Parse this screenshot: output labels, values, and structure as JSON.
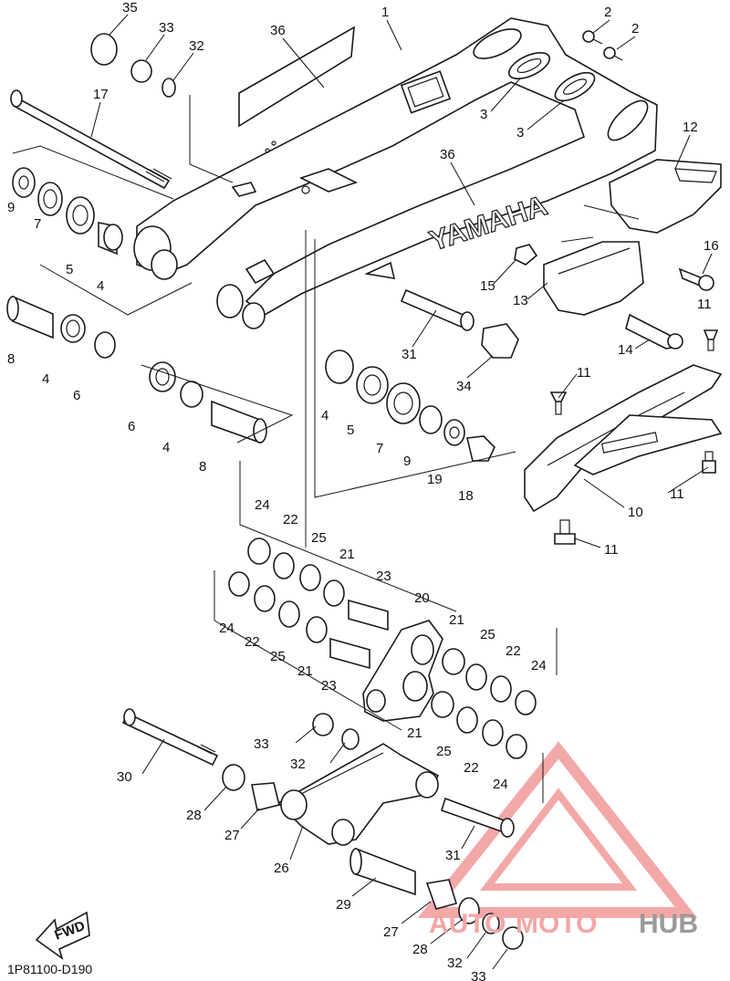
{
  "labels": [
    "35",
    "33",
    "32",
    "36",
    "1",
    "2",
    "2",
    "17",
    "3",
    "3",
    "36",
    "12",
    "9",
    "7",
    "5",
    "4",
    "16",
    "15",
    "13",
    "11",
    "14",
    "8",
    "4",
    "6",
    "31",
    "34",
    "11",
    "6",
    "4",
    "8",
    "4",
    "5",
    "7",
    "9",
    "19",
    "18",
    "10",
    "11",
    "11",
    "24",
    "22",
    "25",
    "21",
    "23",
    "20",
    "24",
    "22",
    "25",
    "21",
    "23",
    "21",
    "25",
    "22",
    "24",
    "21",
    "25",
    "22",
    "24",
    "33",
    "32",
    "30",
    "28",
    "27",
    "26",
    "31",
    "29",
    "27",
    "28",
    "32",
    "33"
  ],
  "diagram_code": "1P81100-D190",
  "fwd_label": "FWD",
  "embossed_brand": "YAMAHA",
  "watermark": {
    "part1": "AUTO",
    "part2": "MOTO",
    "part3": "HUB",
    "color_light": "#f4a6a6",
    "color_dark": "#9a9a9a"
  }
}
